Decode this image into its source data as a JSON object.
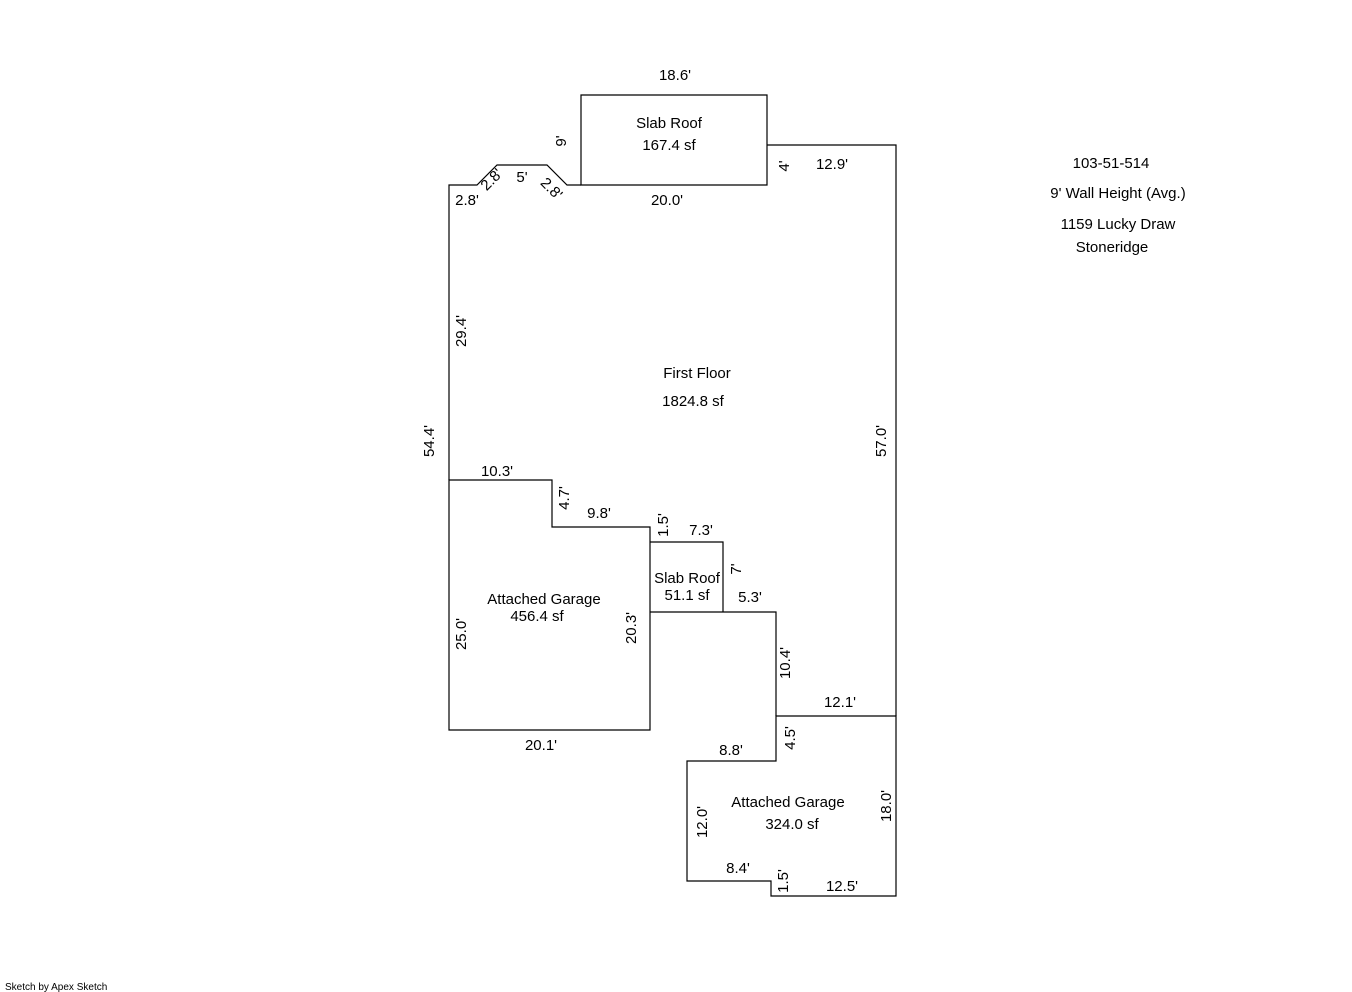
{
  "info": {
    "parcel": "103-51-514",
    "wall_height": "9' Wall Height (Avg.)",
    "address_line1": "1159 Lucky Draw",
    "address_line2": "Stoneridge"
  },
  "areas": {
    "first_floor": {
      "name": "First Floor",
      "area": "1824.8 sf"
    },
    "slab_roof_top": {
      "name": "Slab Roof",
      "area": "167.4 sf"
    },
    "slab_roof_mid": {
      "name": "Slab Roof",
      "area": "51.1 sf"
    },
    "garage_left": {
      "name": "Attached Garage",
      "area": "456.4 sf"
    },
    "garage_right": {
      "name": "Attached Garage",
      "area": "324.0 sf"
    }
  },
  "dims": {
    "d_18_6": "18.6'",
    "d_9": "9'",
    "d_4": "4'",
    "d_12_9": "12.9'",
    "d_20_0": "20.0'",
    "d_2_8a": "2.8'",
    "d_2_8b": "2.8'",
    "d_5": "5'",
    "d_2_8c": "2.8'",
    "d_29_4": "29.4'",
    "d_54_4": "54.4'",
    "d_57_0": "57.0'",
    "d_10_3": "10.3'",
    "d_4_7": "4.7'",
    "d_9_8": "9.8'",
    "d_1_5a": "1.5'",
    "d_7_3": "7.3'",
    "d_7": "7'",
    "d_5_3": "5.3'",
    "d_25_0": "25.0'",
    "d_20_3": "20.3'",
    "d_10_4": "10.4'",
    "d_12_1": "12.1'",
    "d_20_1": "20.1'",
    "d_8_8": "8.8'",
    "d_4_5": "4.5'",
    "d_12_0": "12.0'",
    "d_18_0": "18.0'",
    "d_8_4": "8.4'",
    "d_1_5b": "1.5'",
    "d_12_5": "12.5'"
  },
  "credit": "Sketch by Apex Sketch"
}
